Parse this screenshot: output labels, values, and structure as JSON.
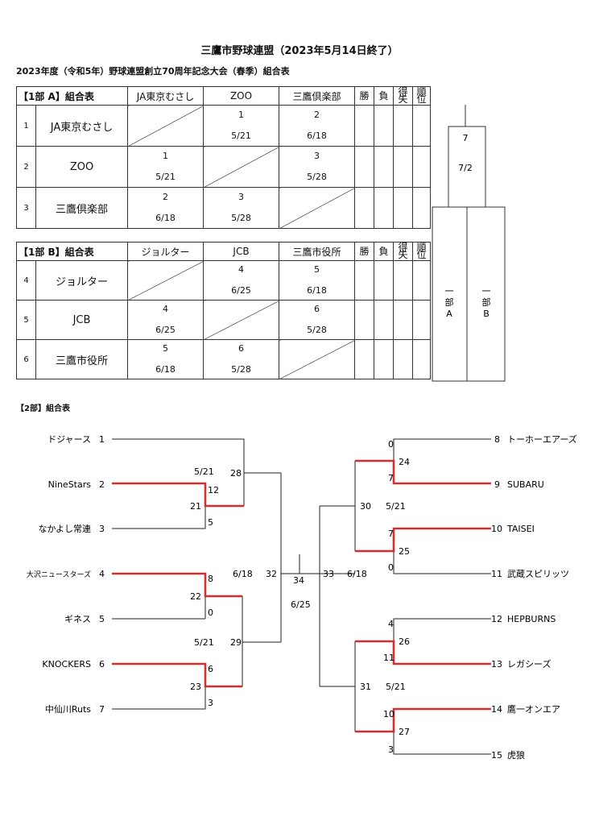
{
  "title": "三鷹市野球連盟（2023年5月14日終了）",
  "subtitle": "2023年度（令和5年）野球連盟創立70周年記念大会（春季）組合表",
  "colors": {
    "line": "#222222",
    "winner": "#d32f2f"
  },
  "groupA": {
    "label": "【1部 A】組合表",
    "headers": [
      "JA東京むさし",
      "ZOO",
      "三鷹倶楽部",
      "勝",
      "負",
      "得失",
      "順位"
    ],
    "rows": [
      {
        "no": "1",
        "name": "JA東京むさし",
        "cells": [
          null,
          {
            "n": "1",
            "d": "5/21"
          },
          {
            "n": "2",
            "d": "6/18"
          }
        ]
      },
      {
        "no": "2",
        "name": "ZOO",
        "cells": [
          {
            "n": "1",
            "d": "5/21"
          },
          null,
          {
            "n": "3",
            "d": "5/28"
          }
        ]
      },
      {
        "no": "3",
        "name": "三鷹倶楽部",
        "cells": [
          {
            "n": "2",
            "d": "6/18"
          },
          {
            "n": "3",
            "d": "5/28"
          },
          null
        ]
      }
    ]
  },
  "groupB": {
    "label": "【1部 B】組合表",
    "headers": [
      "ジョルター",
      "JCB",
      "三鷹市役所",
      "勝",
      "負",
      "得失",
      "順位"
    ],
    "rows": [
      {
        "no": "4",
        "name": "ジョルター",
        "cells": [
          null,
          {
            "n": "4",
            "d": "6/25"
          },
          {
            "n": "5",
            "d": "6/18"
          }
        ]
      },
      {
        "no": "5",
        "name": "JCB",
        "cells": [
          {
            "n": "4",
            "d": "6/25"
          },
          null,
          {
            "n": "6",
            "d": "5/28"
          }
        ]
      },
      {
        "no": "6",
        "name": "三鷹市役所",
        "cells": [
          {
            "n": "5",
            "d": "6/18"
          },
          {
            "n": "6",
            "d": "5/28"
          },
          null
        ]
      }
    ]
  },
  "final1": {
    "game": "7",
    "date": "7/2",
    "left": "一部A",
    "right": "一部B"
  },
  "div2": {
    "label": "【2部】組合表",
    "left_teams": [
      {
        "no": "1",
        "name": "ドジャース"
      },
      {
        "no": "2",
        "name": "NineStars"
      },
      {
        "no": "3",
        "name": "なかよし常連"
      },
      {
        "no": "4",
        "name": "大沢ニュースターズ"
      },
      {
        "no": "5",
        "name": "ギネス"
      },
      {
        "no": "6",
        "name": "KNOCKERS"
      },
      {
        "no": "7",
        "name": "中仙川Ruts"
      }
    ],
    "right_teams": [
      {
        "no": "8",
        "name": "トーホーエアーズ"
      },
      {
        "no": "9",
        "name": "SUBARU"
      },
      {
        "no": "10",
        "name": "TAISEI"
      },
      {
        "no": "11",
        "name": "武蔵スピリッツ"
      },
      {
        "no": "12",
        "name": "HEPBURNS"
      },
      {
        "no": "13",
        "name": "レガシーズ"
      },
      {
        "no": "14",
        "name": "鷹一オンエア"
      },
      {
        "no": "15",
        "name": "虎狼"
      }
    ],
    "games": {
      "g12": {
        "game": "12",
        "s_top": "21",
        "s_bot": "5",
        "date": "5/21"
      },
      "g28": {
        "game": "28"
      },
      "g8": {
        "game": "8",
        "s_top": "22",
        "s_bot": "0"
      },
      "g6": {
        "game": "6",
        "s_top": "23",
        "s_bot": "3"
      },
      "g29": {
        "game": "29",
        "date": "5/21"
      },
      "g32": {
        "game": "32",
        "date": "6/18"
      },
      "g34": {
        "game": "34",
        "date": "6/25"
      },
      "g33": {
        "game": "33",
        "date": "6/18"
      },
      "g24": {
        "game": "24",
        "s_top": "0",
        "s_bot": "7"
      },
      "g25": {
        "game": "25",
        "s_top": "7",
        "s_bot": "0"
      },
      "g30": {
        "game": "30",
        "date": "5/21"
      },
      "g26": {
        "game": "26",
        "s_top": "4",
        "s_bot": "11"
      },
      "g27": {
        "game": "27",
        "s_top": "10",
        "s_bot": "3"
      },
      "g31": {
        "game": "31",
        "date": "5/21"
      }
    }
  }
}
